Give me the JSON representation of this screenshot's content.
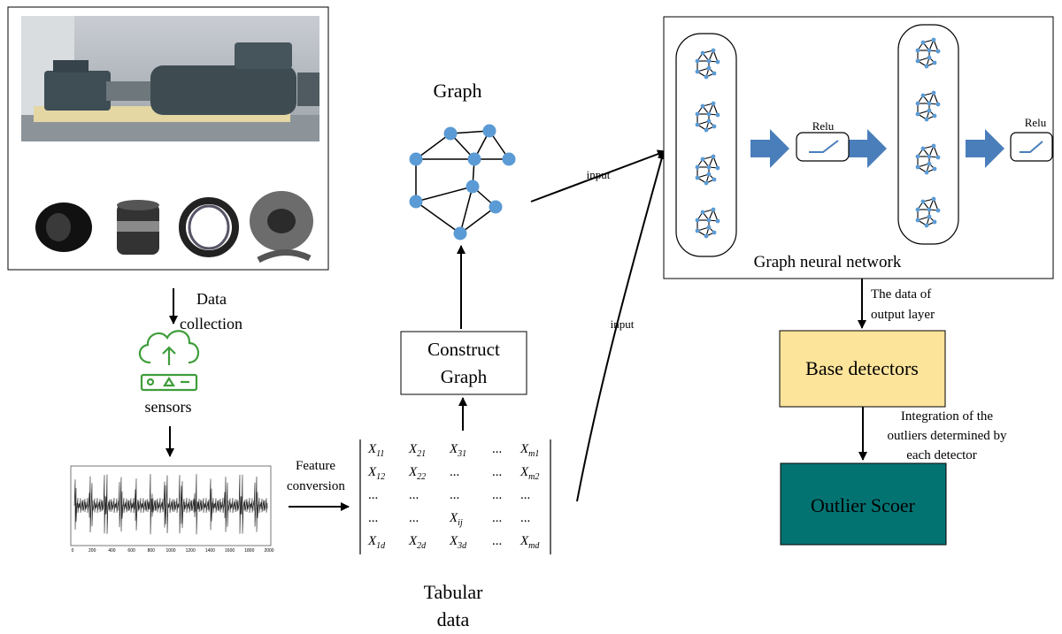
{
  "labels": {
    "data_collection": [
      "Data",
      "collection"
    ],
    "sensors": "sensors",
    "feature_conversion": [
      "Feature",
      "conversion"
    ],
    "tabular_data": [
      "Tabular",
      "data"
    ],
    "construct_graph": [
      "Construct",
      "Graph"
    ],
    "graph_title": "Graph",
    "input_upper": "input",
    "input_lower": "input",
    "gnn_title": "Graph neural network",
    "relu_1": "Relu",
    "relu_2": "Relu",
    "output_layer": [
      "The data of",
      "output layer"
    ],
    "base_detectors": "Base detectors",
    "integration": [
      "Integration of the",
      "outliers determined by",
      "each detector"
    ],
    "outlier_scorer": "Outlier Scoer"
  },
  "signal_axis_ticks": [
    "0",
    "200",
    "400",
    "600",
    "800",
    "1000",
    "1200",
    "1400",
    "1600",
    "1800",
    "2000"
  ],
  "matrix": [
    [
      "X11",
      "X21",
      "X31",
      "...",
      "Xm1"
    ],
    [
      "X12",
      "X22",
      "...",
      "...",
      "Xm2"
    ],
    [
      "...",
      "...",
      "...",
      "...",
      "..."
    ],
    [
      "...",
      "...",
      "Xij",
      "...",
      "..."
    ],
    [
      "X1d",
      "X2d",
      "X3d",
      "...",
      "Xmd"
    ]
  ],
  "colors": {
    "node": "#5b9bd5",
    "arrow_block": "#4a7ebb",
    "base_detectors_fill": "#fde49b",
    "outlier_scorer_fill": "#037372",
    "sensor_icon": "#3f9d3a"
  }
}
